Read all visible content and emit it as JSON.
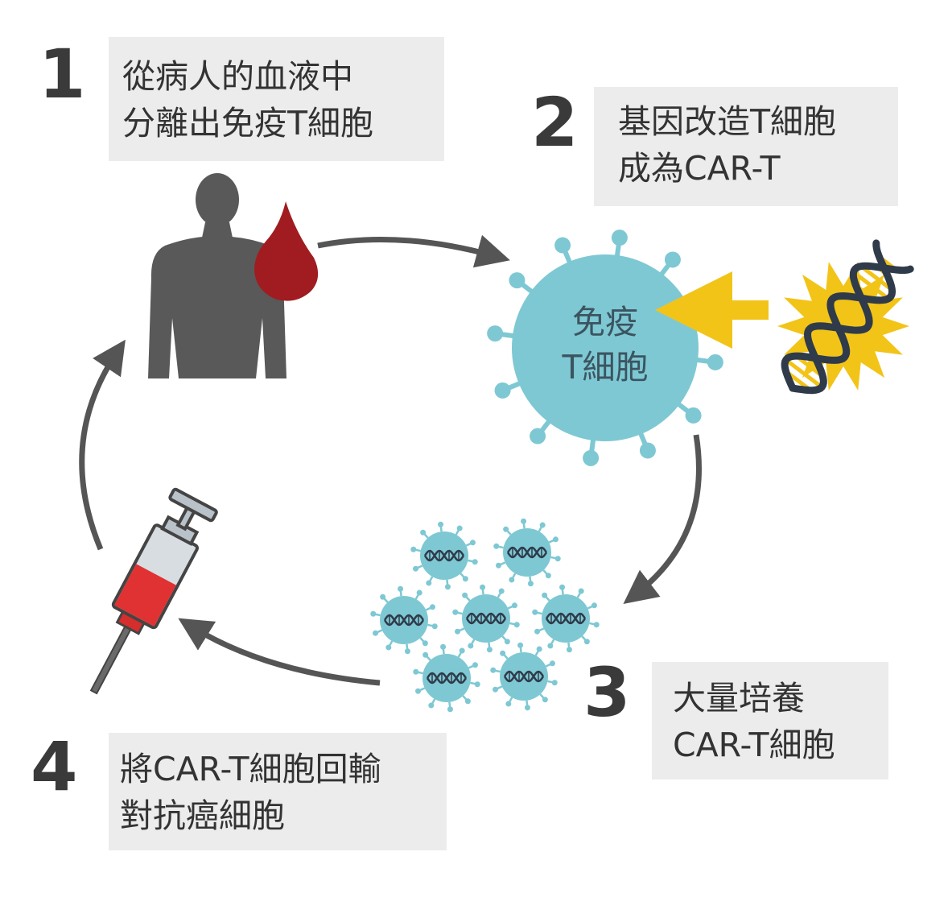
{
  "steps": [
    {
      "number": "1",
      "line1": "從病人的血液中",
      "line2": "分離出免疫T細胞"
    },
    {
      "number": "2",
      "line1": "基因改造T細胞",
      "line2": "成為CAR-T"
    },
    {
      "number": "3",
      "line1": "大量培養",
      "line2": "CAR-T細胞"
    },
    {
      "number": "4",
      "line1": "將CAR-T細胞回輸",
      "line2": "對抗癌細胞"
    }
  ],
  "center_cell": {
    "line1": "免疫",
    "line2": "T細胞"
  },
  "colors": {
    "box_bg": "#ececec",
    "cycle_arrow": "#555555",
    "cell": "#7ec8d3",
    "blood": "#a01c20",
    "yellow": "#f2c418",
    "dna": "#2f3b4a",
    "body": "#595959"
  }
}
